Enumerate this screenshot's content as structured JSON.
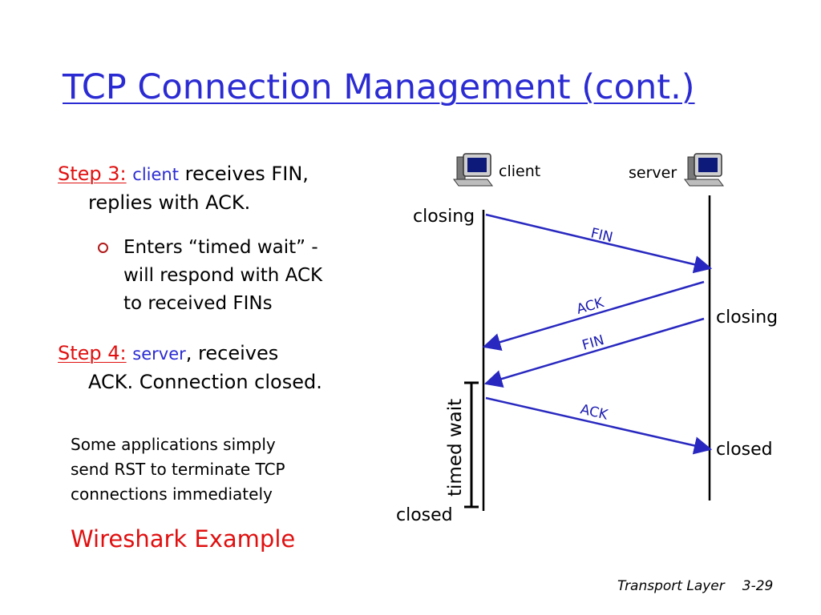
{
  "title": "TCP Connection Management (cont.)",
  "step3": {
    "label": "Step 3:",
    "who": "client",
    "text1": " receives FIN,",
    "text2": "replies with ACK."
  },
  "step3_sub": [
    "Enters “timed wait” -",
    "will respond with ACK",
    "to received FINs"
  ],
  "step4": {
    "label": "Step 4:",
    "who": "server",
    "text1": ", receives",
    "text2": "ACK.  Connection closed."
  },
  "note": [
    "Some applications simply",
    "send RST to terminate TCP",
    "connections immediately"
  ],
  "wireshark": "Wireshark Example",
  "diagram": {
    "client_label": "client",
    "server_label": "server",
    "client_closing": "closing",
    "server_closing": "closing",
    "msg_fin1": "FIN",
    "msg_ack1": "ACK",
    "msg_fin2": "FIN",
    "msg_ack2": "ACK",
    "timed_wait": "timed wait",
    "server_closed": "closed",
    "client_closed": "closed"
  },
  "footer": {
    "label": "Transport Layer",
    "page": "3-29"
  },
  "colors": {
    "title": "#2b2bd3",
    "arrow": "#2828c0",
    "step_label": "#e01010"
  }
}
